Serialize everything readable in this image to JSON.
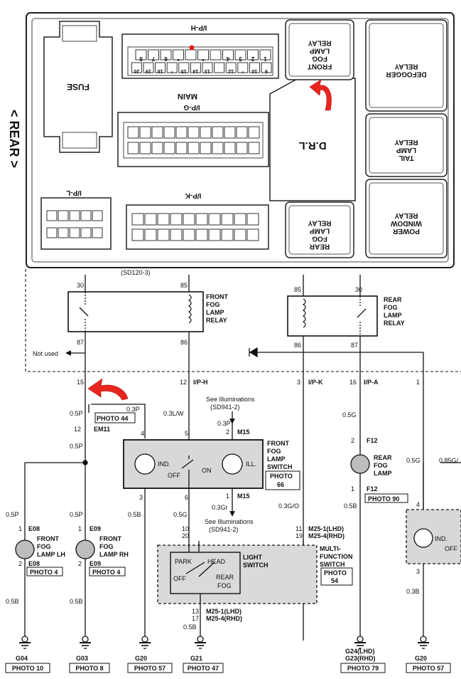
{
  "top_panel": {
    "side_label": "< REAR >",
    "fuse_block": "FUSE",
    "main_label": "MAIN",
    "connectors": {
      "iph": "I/P-H",
      "ipg": "I/P-G",
      "ipk": "I/P-K",
      "ipl": "I/P-L"
    },
    "iph_pins_top": [
      "1",
      "2",
      "3",
      "4",
      "",
      "*",
      "",
      "*",
      "6",
      "7",
      "8"
    ],
    "iph_pins_bottom": [
      "9",
      "10",
      "*",
      "12",
      "",
      "13",
      "14",
      "15",
      "*",
      "18",
      "19",
      "20"
    ],
    "relays": {
      "front_fog": "FRONT FOG LAMP RELAY",
      "defogger": "DEFOGGER RELAY",
      "drl": "D.R.L",
      "tail": "TAIL LAMP RELAY",
      "rear_fog": "REAR FOG LAMP RELAY",
      "power_window": "POWER WINDOW RELAY"
    }
  },
  "circuit": {
    "top_ref": "(SD120-3)",
    "front_relay": {
      "name": [
        "FRONT",
        "FOG",
        "LAMP",
        "RELAY"
      ],
      "pins": [
        "30",
        "85",
        "87",
        "86"
      ]
    },
    "rear_relay": {
      "name": [
        "REAR",
        "FOG",
        "LAMP",
        "RELAY"
      ],
      "pins": [
        "85",
        "30",
        "86",
        "87"
      ]
    },
    "not_used": "Not used",
    "connectors": {
      "iph_pin": "12",
      "iph": "I/P-H",
      "ipk_pin": "3",
      "ipk": "I/P-K",
      "ipa_pin": "16",
      "ipa": "I/P-A",
      "left_pin": "15",
      "far_pin": "1"
    },
    "wires": {
      "w05p_a": "0.5P",
      "w03p": "0.3P",
      "w03lw": "0.3L/W",
      "w05p_b": "0.5P",
      "w05p_c": "0.5P",
      "w05p_d": "0.5P",
      "w05b_sw": "0.5B",
      "w05g_sw": "0.5G",
      "w03gr": "0.3Gr",
      "w03go": "0.3G/O",
      "w05g_rear": "0.5G",
      "w05b_rear": "0.5B",
      "w05g_far": "0.5G",
      "w085g": "0.85G/",
      "w05b_lh": "0.5B",
      "w05b_rh": "0.5B",
      "w05b_ls": "0.5B",
      "w03b": "0.3B",
      "w03p_ill": "0.3P"
    },
    "em11": {
      "pin": "12",
      "name": "EM11"
    },
    "photo44": "PHOTO 44",
    "see_illum_1": [
      "See Illuminations",
      "(SD941-2)"
    ],
    "see_illum_2": [
      "See Illuminations",
      "(SD941-2)"
    ],
    "m15_top": {
      "pin": "2",
      "name": "M15"
    },
    "m15_bot": {
      "pin": "1",
      "name": "M15"
    },
    "fog_switch": {
      "name": [
        "FRONT",
        "FOG",
        "LAMP",
        "SWITCH"
      ],
      "photo": "PHOTO 66",
      "ind": "IND.",
      "ill": "ILL.",
      "off": "OFF",
      "on": "ON",
      "pins_top": [
        "4",
        "5"
      ],
      "pins_bot": [
        "3",
        "6"
      ]
    },
    "lh_lamp": {
      "name": [
        "FRONT",
        "FOG",
        "LAMP LH"
      ],
      "pin_top": "1",
      "pin_bot": "2",
      "conn": "E08",
      "photo": "PHOTO 4"
    },
    "rh_lamp": {
      "name": [
        "FRONT",
        "FOG",
        "LAMP RH"
      ],
      "pin_top": "1",
      "pin_bot": "2",
      "conn": "E09",
      "photo": "PHOTO 4"
    },
    "rear_lamp": {
      "name": [
        "REAR",
        "FOG",
        "LAMP"
      ],
      "pin_top": "2",
      "pin_bot": "1",
      "conn": "F12",
      "photo": "PHOTO 90"
    },
    "light_switch": {
      "name": [
        "LIGHT",
        "SWITCH"
      ],
      "park": "PARK",
      "head": "HEAD",
      "off": "OFF",
      "rear": "REAR",
      "fog": "FOG",
      "pins_top": [
        "10",
        "20"
      ],
      "pins_bot": [
        "13",
        "17"
      ],
      "conn_bot": [
        "M25-1(LHD)",
        "M25-4(RHD)"
      ]
    },
    "mfs": {
      "name": [
        "MULTI-",
        "FUNCTION",
        "SWITCH"
      ],
      "photo": "PHOTO 54",
      "pins": [
        "11",
        "19"
      ],
      "conn": [
        "M25-1(LHD)",
        "M25-4(RHD)"
      ]
    },
    "right_switch": {
      "ind": "IND.",
      "off": "OFF",
      "pin_top": "4",
      "pin_bot": "3"
    },
    "grounds": [
      {
        "id": "G04",
        "photo": "PHOTO 10"
      },
      {
        "id": "G03",
        "photo": "PHOTO 8"
      },
      {
        "id": "G20",
        "photo": "PHOTO 57"
      },
      {
        "id": "G21",
        "photo": "PHOTO 47"
      },
      {
        "id": "G24(LHD)",
        "id2": "G23(RHD)",
        "photo": "PHOTO 79"
      },
      {
        "id": "G20",
        "photo": "PHOTO 57"
      }
    ]
  }
}
